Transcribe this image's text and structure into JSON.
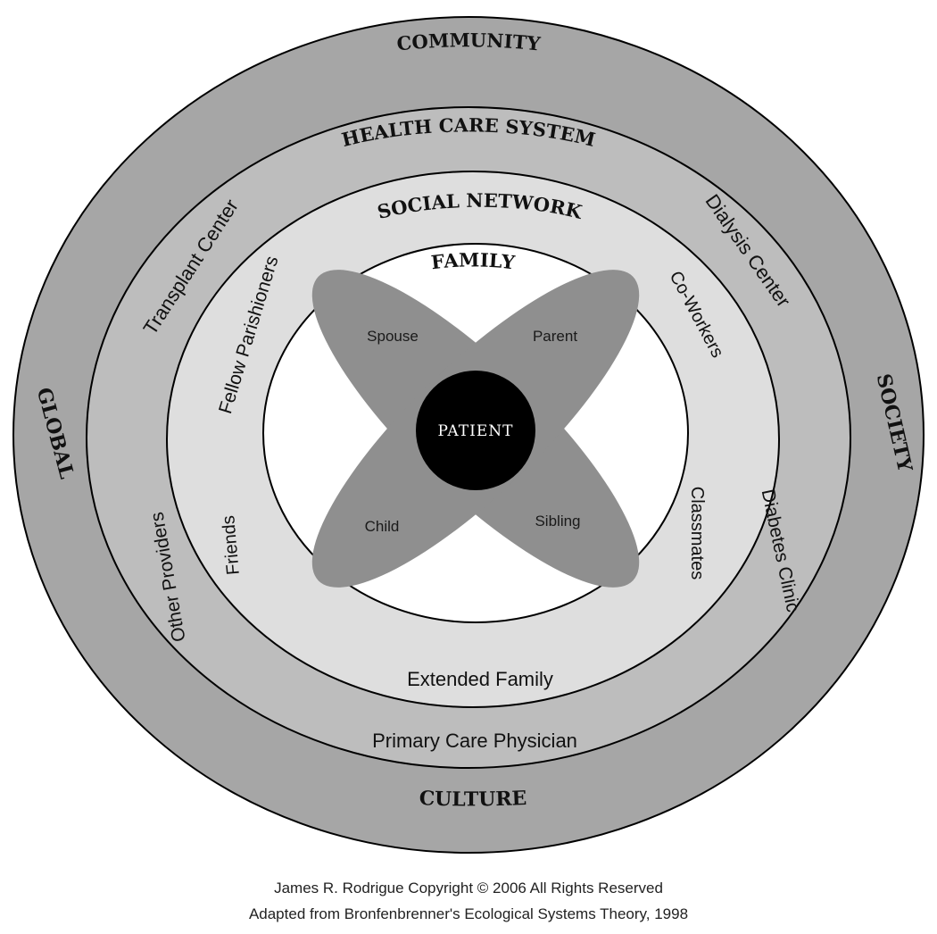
{
  "rings": {
    "outer_titles": {
      "community": "COMMUNITY",
      "global": "GLOBAL",
      "society": "SOCIETY",
      "culture": "CULTURE"
    },
    "health_care": {
      "title": "HEALTH CARE SYSTEM",
      "transplant": "Transplant Center",
      "dialysis": "Dialysis Center",
      "other_providers": "Other Providers",
      "diabetes": "Diabetes Clinic",
      "primary_care": "Primary Care Physician"
    },
    "social_network": {
      "title": "SOCIAL NETWORK",
      "parishioners": "Fellow Parishioners",
      "coworkers": "Co-Workers",
      "friends": "Friends",
      "classmates": "Classmates",
      "extended_family": "Extended Family"
    },
    "family": {
      "title": "FAMILY",
      "spouse": "Spouse",
      "parent": "Parent",
      "child": "Child",
      "sibling": "Sibling"
    }
  },
  "center": {
    "label": "PATIENT"
  },
  "credits": {
    "line1": "James R. Rodrigue Copyright © 2006 All Rights Reserved",
    "line2": "Adapted from Bronfenbrenner's Ecological Systems Theory, 1998"
  },
  "colors": {
    "outer_ring": "#a6a6a6",
    "middle_ring": "#bdbdbd",
    "social_ring": "#dedede",
    "family_area": "#ffffff",
    "petals": "#8f8f8f",
    "patient": "#000000"
  }
}
